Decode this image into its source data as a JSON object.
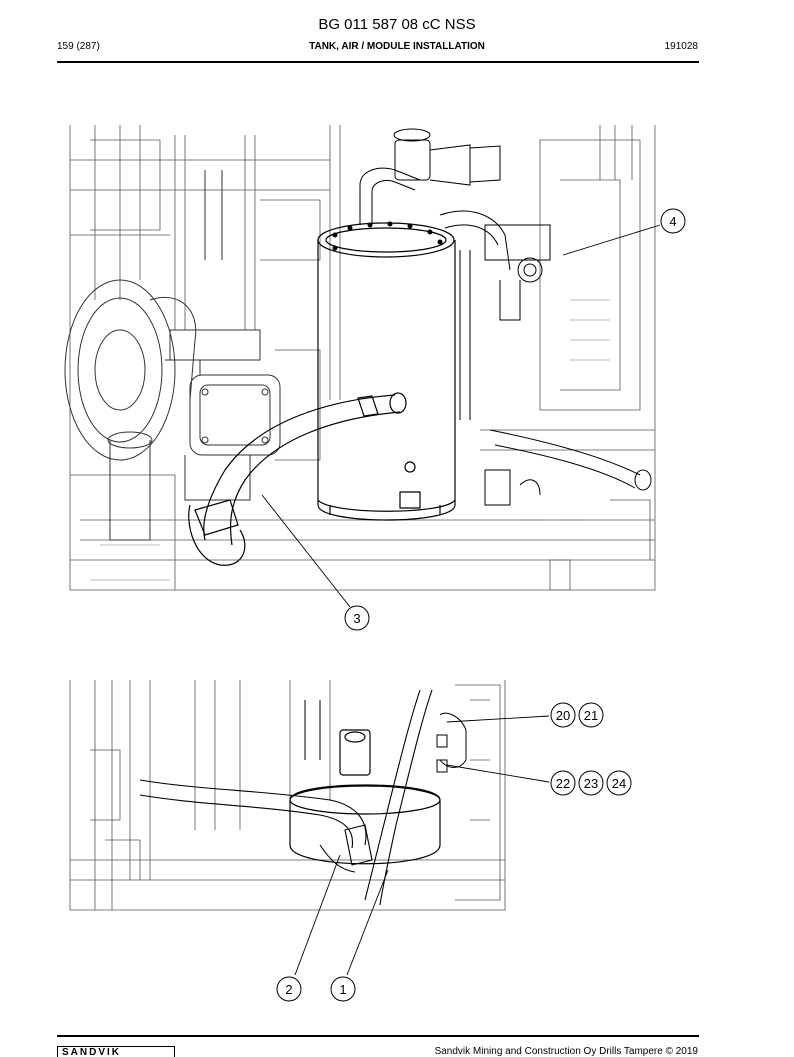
{
  "header": {
    "doc_id": "BG 011 587 08 cC NSS",
    "page": "159 (287)",
    "section_title": "TANK, AIR / MODULE INSTALLATION",
    "date_code": "191028"
  },
  "callouts": {
    "c4": "4",
    "c3": "3",
    "c20": "20",
    "c21": "21",
    "c22": "22",
    "c23": "23",
    "c24": "24",
    "c2": "2",
    "c1": "1"
  },
  "footer": {
    "logo": "SANDVIK",
    "copyright": "Sandvik Mining and Construction Oy Drills Tampere © 2019"
  }
}
